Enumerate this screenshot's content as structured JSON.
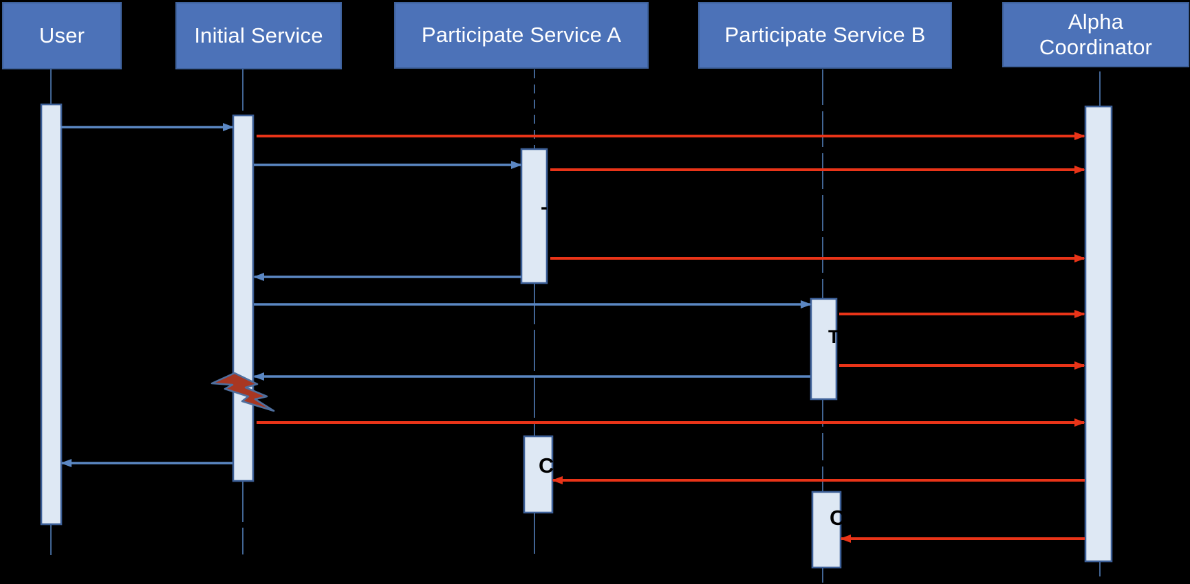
{
  "diagram": {
    "actors": [
      {
        "id": "user",
        "label": "User"
      },
      {
        "id": "initial-service",
        "label": "Initial Service"
      },
      {
        "id": "participate-service-a",
        "label": "Participate Service A"
      },
      {
        "id": "participate-service-b",
        "label": "Participate Service B"
      },
      {
        "id": "alpha-coordinator",
        "label": "Alpha\nCoordinator"
      }
    ],
    "messages": [
      {
        "from": "user",
        "to": "initial-service",
        "color": "blue"
      },
      {
        "from": "initial-service",
        "to": "alpha-coordinator",
        "color": "red"
      },
      {
        "from": "initial-service",
        "to": "participate-service-a",
        "color": "blue"
      },
      {
        "from": "participate-service-a",
        "to": "alpha-coordinator",
        "color": "red"
      },
      {
        "from": "participate-service-a",
        "to": "alpha-coordinator",
        "color": "red"
      },
      {
        "from": "participate-service-a",
        "to": "initial-service",
        "color": "blue"
      },
      {
        "from": "initial-service",
        "to": "participate-service-b",
        "color": "blue"
      },
      {
        "from": "participate-service-b",
        "to": "alpha-coordinator",
        "color": "red"
      },
      {
        "from": "participate-service-b",
        "to": "alpha-coordinator",
        "color": "red"
      },
      {
        "from": "participate-service-b",
        "to": "initial-service",
        "color": "blue"
      },
      {
        "from": "initial-service",
        "to": "alpha-coordinator",
        "color": "red"
      },
      {
        "from": "initial-service",
        "to": "user",
        "color": "blue"
      },
      {
        "from": "alpha-coordinator",
        "to": "participate-service-a",
        "color": "red"
      },
      {
        "from": "alpha-coordinator",
        "to": "participate-service-b",
        "color": "red"
      }
    ],
    "fragments": {
      "a1_dash": "-",
      "b1_t": "T",
      "a2_c": "C",
      "b2_c": "C"
    },
    "colors": {
      "background": "#000000",
      "actor_fill": "#4C72B8",
      "actor_border": "#3E619B",
      "actor_text": "#FFFFFF",
      "activation_fill": "#DEE8F4",
      "activation_border": "#3C5F97",
      "lifeline": "#4E77AE",
      "blue_arrow": "#5B87C3",
      "red_arrow": "#E93418",
      "bolt_fill": "#A83722",
      "bolt_stroke": "#4F6F9E",
      "fragment_text": "#000000"
    }
  }
}
